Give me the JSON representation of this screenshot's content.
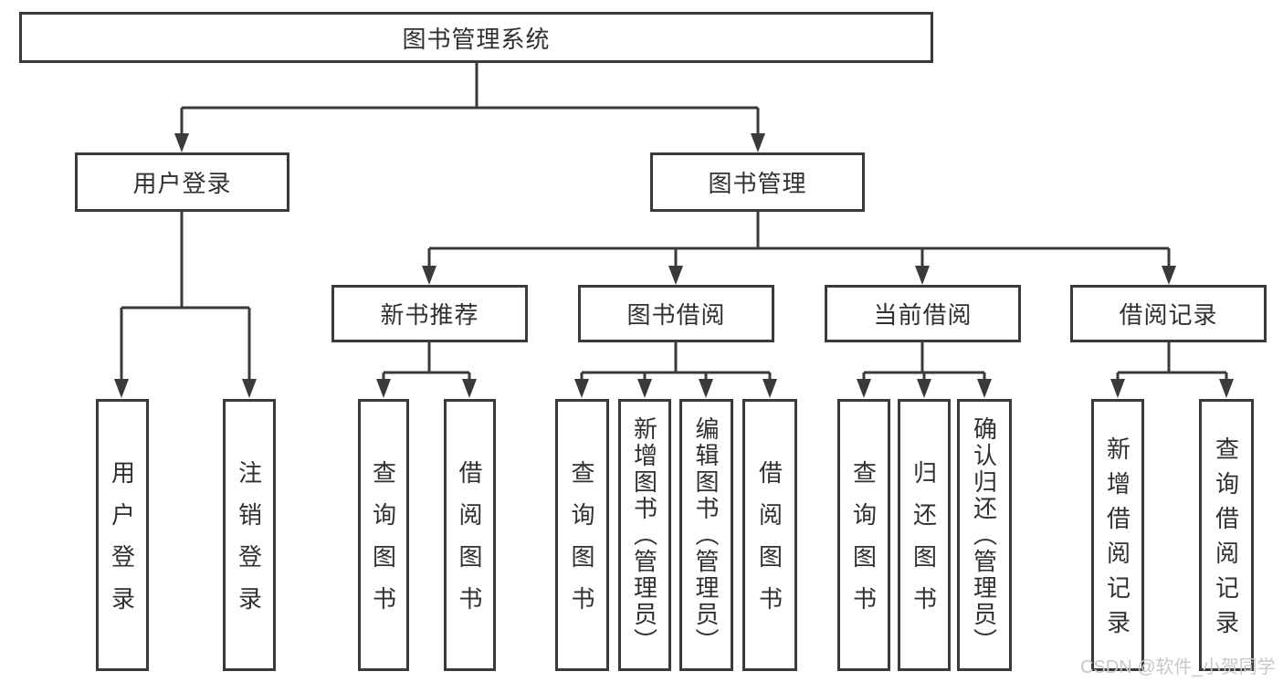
{
  "diagram_title": "图书管理系统",
  "nodes": {
    "root": {
      "label": "图书管理系统"
    },
    "user_login": {
      "label": "用户登录"
    },
    "book_mgmt": {
      "label": "图书管理"
    },
    "new_book_rec": {
      "label": "新书推荐"
    },
    "book_borrow": {
      "label": "图书借阅"
    },
    "current_borrow": {
      "label": "当前借阅"
    },
    "borrow_records": {
      "label": "借阅记录"
    },
    "leaf_user_login": {
      "label": "用户登录"
    },
    "leaf_logout": {
      "label": "注销登录"
    },
    "leaf_query_book_1": {
      "label": "查询图书"
    },
    "leaf_borrow_book_1": {
      "label": "借阅图书"
    },
    "leaf_query_book_2": {
      "label": "查询图书"
    },
    "leaf_add_book": {
      "label": "新增图书（管理员）"
    },
    "leaf_edit_book": {
      "label": "编辑图书（管理员）"
    },
    "leaf_borrow_book_2": {
      "label": "借阅图书"
    },
    "leaf_query_book_3": {
      "label": "查询图书"
    },
    "leaf_return_book": {
      "label": "归还图书"
    },
    "leaf_confirm_return": {
      "label": "确认归还（管理员）"
    },
    "leaf_add_record": {
      "label": "新增借阅记录"
    },
    "leaf_query_record": {
      "label": "查询借阅记录"
    }
  },
  "hierarchy": {
    "root_children": [
      "用户登录",
      "图书管理"
    ],
    "user_login_children": [
      "用户登录",
      "注销登录"
    ],
    "book_mgmt_children": [
      "新书推荐",
      "图书借阅",
      "当前借阅",
      "借阅记录"
    ],
    "new_book_rec_children": [
      "查询图书",
      "借阅图书"
    ],
    "book_borrow_children": [
      "查询图书",
      "新增图书（管理员）",
      "编辑图书（管理员）",
      "借阅图书"
    ],
    "current_borrow_children": [
      "查询图书",
      "归还图书",
      "确认归还（管理员）"
    ],
    "borrow_records_children": [
      "新增借阅记录",
      "查询借阅记录"
    ]
  },
  "watermark": {
    "text": "CSDN @软件_小贺同学"
  },
  "colors": {
    "line": "#3a3a3a",
    "box_border": "#3a3a3a",
    "text": "#303030",
    "watermark": "#c8c8c8",
    "background": "#ffffff"
  }
}
